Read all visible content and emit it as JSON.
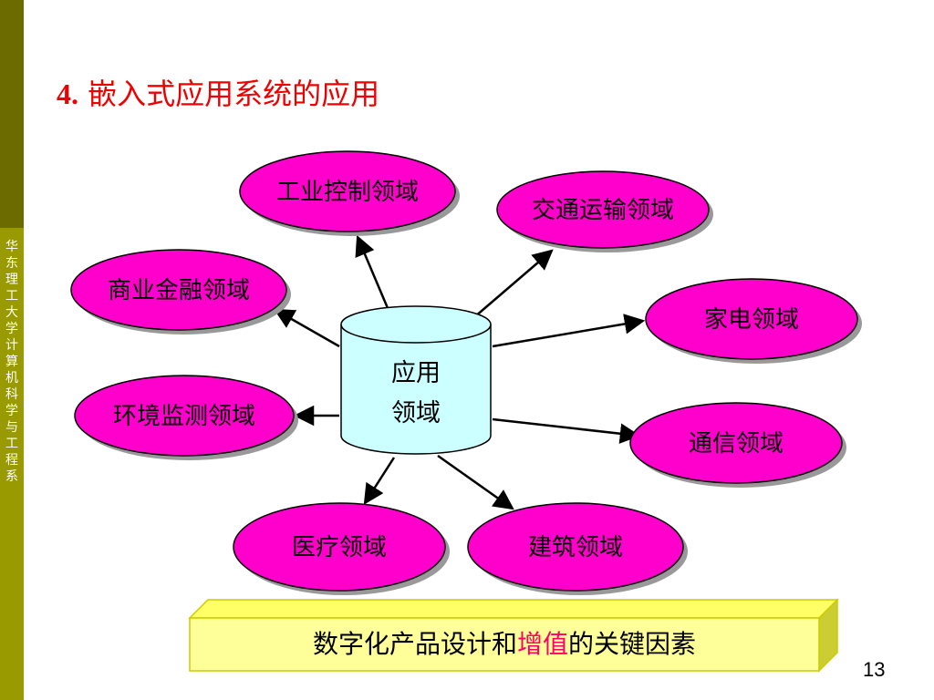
{
  "sidebar": {
    "text": "华东理工大学计算机科学与工程系"
  },
  "title": {
    "number": "4.",
    "text": " 嵌入式应用系统的应用"
  },
  "center": {
    "line1": "应用",
    "line2": "领域"
  },
  "nodes": [
    "工业控制领域",
    "交通运输领域",
    "商业金融领域",
    "家电领域",
    "环境监测领域",
    "通信领域",
    "医疗领域",
    "建筑领域"
  ],
  "banner": {
    "before": "数字化产品设计和",
    "highlight": "增值",
    "after": "的关键因素"
  },
  "page_number": "13",
  "colors": {
    "node_fill": "#ff00cc",
    "center_fill": "#ccffff",
    "banner_fill": "#ffff99",
    "title": "#ee0000",
    "sidebar": "#999900"
  }
}
